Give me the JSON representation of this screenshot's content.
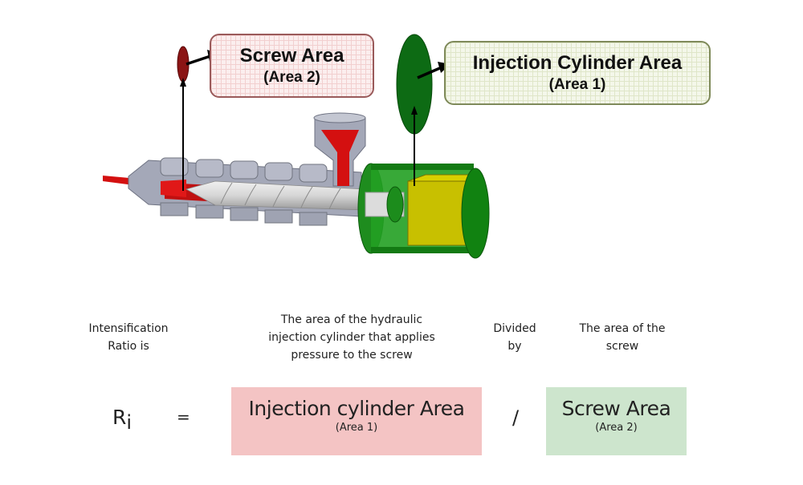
{
  "diagram": {
    "callouts": {
      "screw": {
        "title": "Screw Area",
        "subtitle": "(Area 2)"
      },
      "cylinder": {
        "title": "Injection Cylinder Area",
        "subtitle": "(Area 1)"
      }
    },
    "colors": {
      "screw_marker": "#8b1414",
      "cylinder_marker": "#0d6b14",
      "melt_red": "#d41010",
      "barrel_gray": "#a4a8b8",
      "cylinder_green": "#1a8a1a",
      "piston_yellow": "#c8c000"
    }
  },
  "explanation": {
    "ratio_label": "Intensification Ratio is",
    "numerator_desc": "The area of the hydraulic injection cylinder that applies pressure to the screw",
    "operator_desc": "Divided by",
    "denominator_desc": "The area of the screw"
  },
  "equation": {
    "symbol": "R",
    "subscript": "i",
    "equals": "=",
    "numerator": {
      "label": "Injection cylinder Area",
      "sub": "(Area 1)",
      "color": "#f4c4c4"
    },
    "divide": "/",
    "denominator": {
      "label": "Screw Area",
      "sub": "(Area 2)",
      "color": "#cde5cd"
    }
  }
}
